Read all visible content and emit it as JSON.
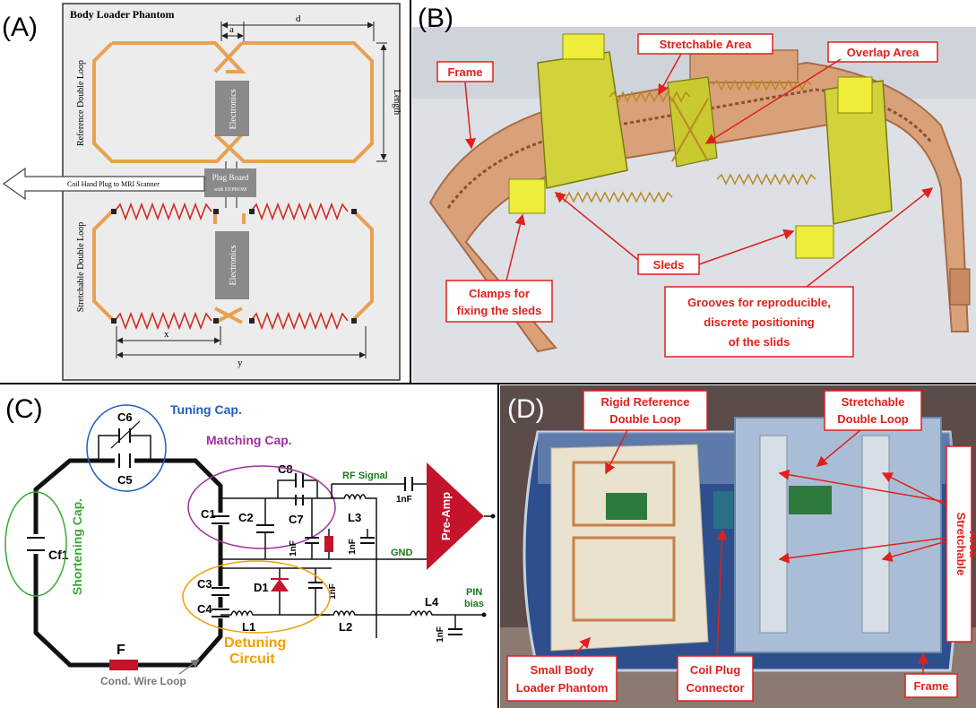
{
  "panels": {
    "a": {
      "letter": "(A)",
      "title": "Body Loader Phantom",
      "dim_d": "d",
      "dim_a": "a",
      "dim_length": "Length",
      "dim_x": "x",
      "dim_y": "y",
      "ref_loop_label": "Reference Double Loop",
      "stretch_loop_label": "Stretchable Double Loop",
      "electronics": "Electronics",
      "plug_board_line1": "Plug Board",
      "plug_board_line2": "with EEPROM",
      "arrow_text": "Coil Hand Plug to MRI Scanner"
    },
    "b": {
      "letter": "(B)",
      "labels": {
        "frame": "Frame",
        "stretchable_area": "Stretchable Area",
        "overlap_area": "Overlap Area",
        "sleds": "Sleds",
        "clamps_line1": "Clamps for",
        "clamps_line2": "fixing the sleds",
        "grooves_line1": "Grooves for reproducible,",
        "grooves_line2": "discrete positioning",
        "grooves_line3": "of the slids"
      }
    },
    "c": {
      "letter": "(C)",
      "tuning_cap": "Tuning Cap.",
      "matching_cap": "Matching Cap.",
      "shortening_cap": "Shortening Cap.",
      "detuning_line1": "Detuning",
      "detuning_line2": "Circuit",
      "cond_wire_loop": "Cond. Wire Loop",
      "rf_signal": "RF Signal",
      "gnd": "GND",
      "pre_amp": "Pre-Amp",
      "pin_line1": "PIN",
      "pin_line2": "bias",
      "components": {
        "c6": "C6",
        "c5": "C5",
        "c8": "C8",
        "c7": "C7",
        "c1": "C1",
        "c2": "C2",
        "c3": "C3",
        "c4": "C4",
        "cf1": "Cf1",
        "d1": "D1",
        "l1": "L1",
        "l2": "L2",
        "l3": "L3",
        "l4": "L4",
        "f": "F",
        "nf": "1nF"
      },
      "colors": {
        "tuning": "#1f5fbf",
        "matching": "#a030a0",
        "shortening": "#3aaa35",
        "detuning": "#f0a000",
        "red": "#c4142c",
        "green": "#1a7a1a"
      }
    },
    "d": {
      "letter": "(D)",
      "labels": {
        "rigid_line1": "Rigid Reference",
        "rigid_line2": "Double Loop",
        "stretch_loop_line1": "Stretchable",
        "stretch_loop_line2": "Double Loop",
        "stretch_area_line1": "Stretchable",
        "stretch_area_line2": "Area",
        "small_body_line1": "Small Body",
        "small_body_line2": "Loader Phantom",
        "coil_plug_line1": "Coil Plug",
        "coil_plug_line2": "Connector",
        "frame": "Frame"
      }
    }
  }
}
